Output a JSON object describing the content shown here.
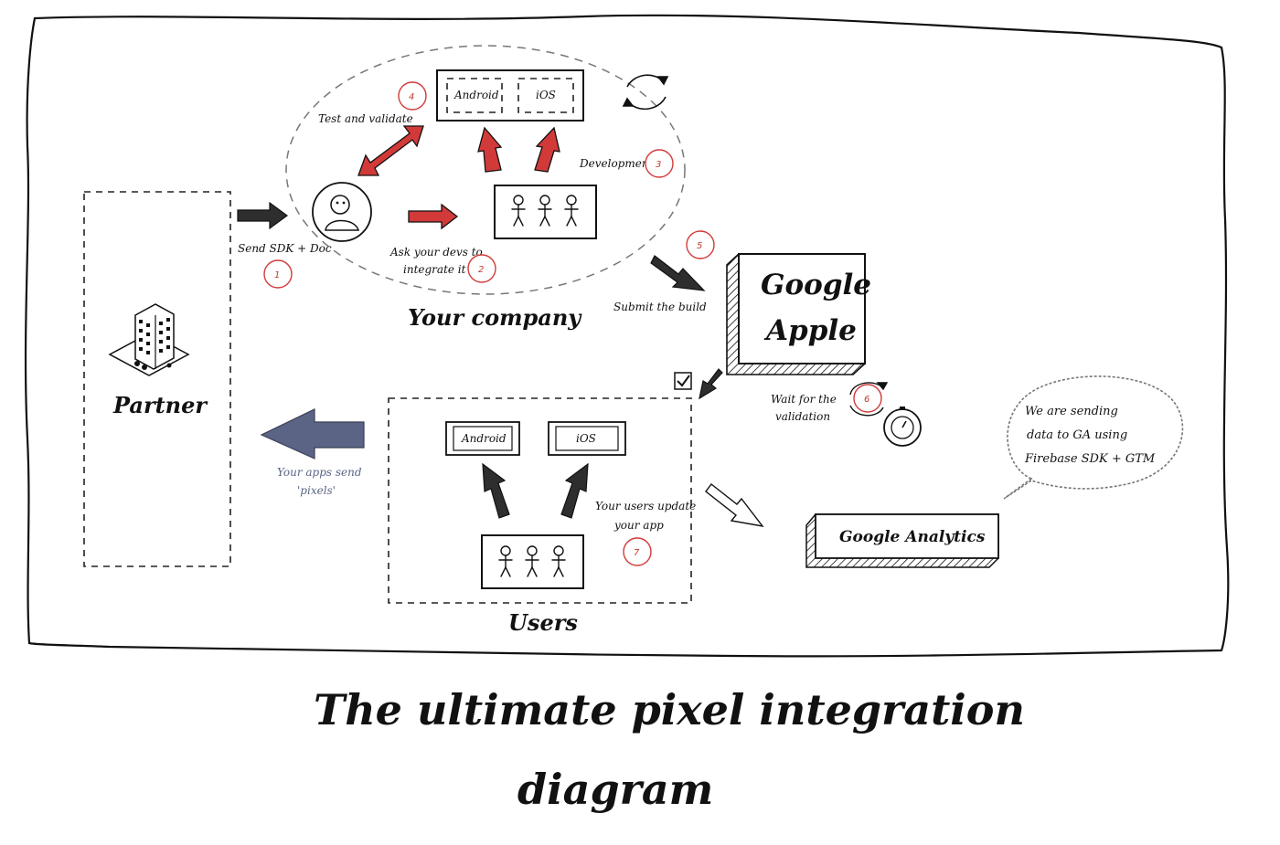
{
  "title": {
    "line1": "The ultimate pixel integration",
    "line2": "diagram"
  },
  "partner": {
    "label": "Partner",
    "icon": "office-building-icon"
  },
  "company": {
    "label": "Your company",
    "platforms": {
      "android": "Android",
      "ios": "iOS"
    },
    "developer_icon": "developer-avatar-icon",
    "dev_team_icon": "people-group-icon",
    "cycle_icon": "refresh-cycle-icon"
  },
  "steps": [
    {
      "number": "1",
      "text_line1": "Send SDK + Doc",
      "text_line2": ""
    },
    {
      "number": "2",
      "text_line1": "Ask your devs to",
      "text_line2": "integrate it"
    },
    {
      "number": "3",
      "text_line1": "Development",
      "text_line2": ""
    },
    {
      "number": "4",
      "text_line1": "Test and validate",
      "text_line2": ""
    },
    {
      "number": "5",
      "text_line1": "Submit the build",
      "text_line2": ""
    },
    {
      "number": "6",
      "text_line1": "Wait for the",
      "text_line2": "validation"
    },
    {
      "number": "7",
      "text_line1": "Your users update",
      "text_line2": "your app"
    }
  ],
  "stores": {
    "line1": "Google",
    "line2": "Apple"
  },
  "users": {
    "label": "Users",
    "platforms": {
      "android": "Android",
      "ios": "iOS"
    }
  },
  "pixels_note": {
    "line1": "Your apps send",
    "line2": "'pixels'"
  },
  "analytics": {
    "label": "Google Analytics"
  },
  "speech": {
    "line1": "We are sending",
    "line2": "data to GA using",
    "line3": "Firebase SDK + GTM"
  },
  "colors": {
    "red_arrow": "#d23a3a",
    "dark_arrow": "#2e2e2e",
    "blue_arrow": "#5b6485",
    "step_circle": "#d23a3a"
  }
}
